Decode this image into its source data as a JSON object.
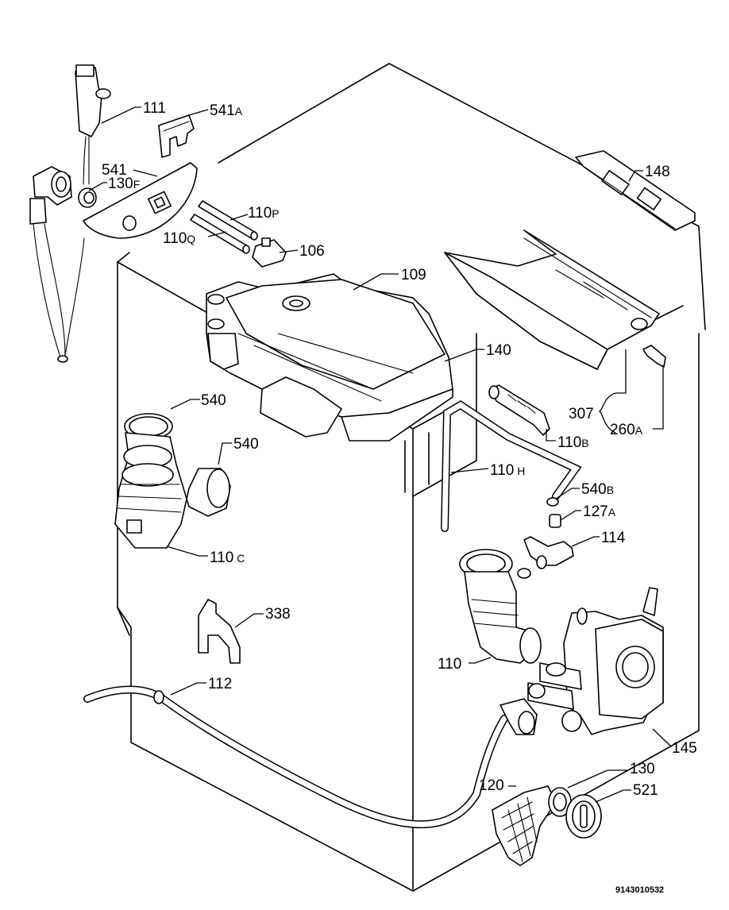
{
  "labels": {
    "p111": "111",
    "p541a": "541",
    "p541a_suffix": "A",
    "p541": "541",
    "p130f": "130",
    "p130f_suffix": "F",
    "p110p": "110",
    "p110p_suffix": "P",
    "p110q": "110",
    "p110q_suffix": "Q",
    "p106": "106",
    "p109": "109",
    "p148": "148",
    "p140": "140",
    "p307": "307",
    "p260a": "260",
    "p260a_suffix": "A",
    "p110b": "110",
    "p110b_suffix": "B",
    "p540_top": "540",
    "p540_side": "540",
    "p110h": "110",
    "p110h_suffix": "H",
    "p540b": "540",
    "p540b_suffix": "B",
    "p127a": "127",
    "p127a_suffix": "A",
    "p114": "114",
    "p110c": "110",
    "p110c_suffix": "C",
    "p338": "338",
    "p110": "110",
    "p112": "112",
    "p145": "145",
    "p130": "130",
    "p120": "120",
    "p521": "521"
  },
  "drawing_code": "9143010532"
}
